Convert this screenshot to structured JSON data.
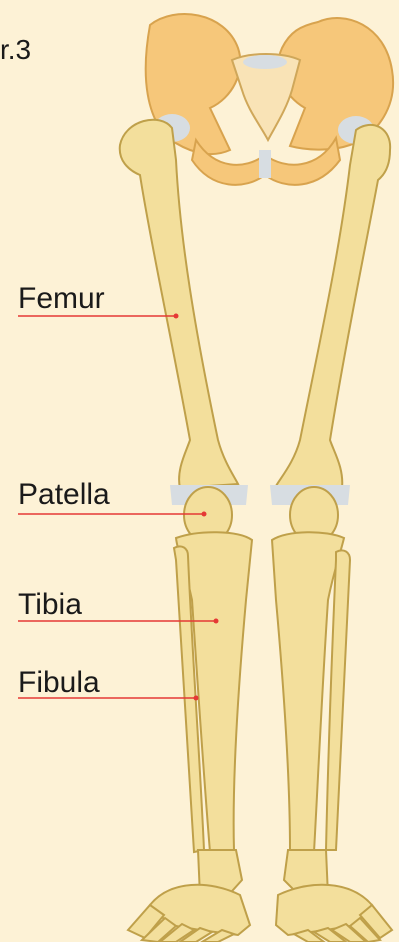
{
  "figure_number": "r.3",
  "labels": {
    "femur": "Femur",
    "patella": "Patella",
    "tibia": "Tibia",
    "fibula": "Fibula"
  },
  "colors": {
    "background": "#fdf2d6",
    "bone": "#f3df9c",
    "bone_shadow": "#d9bd63",
    "bone_outline": "#bfa04a",
    "pelvis": "#f6c77a",
    "cartilage": "#d7dde2",
    "leader_line": "#e53935"
  }
}
